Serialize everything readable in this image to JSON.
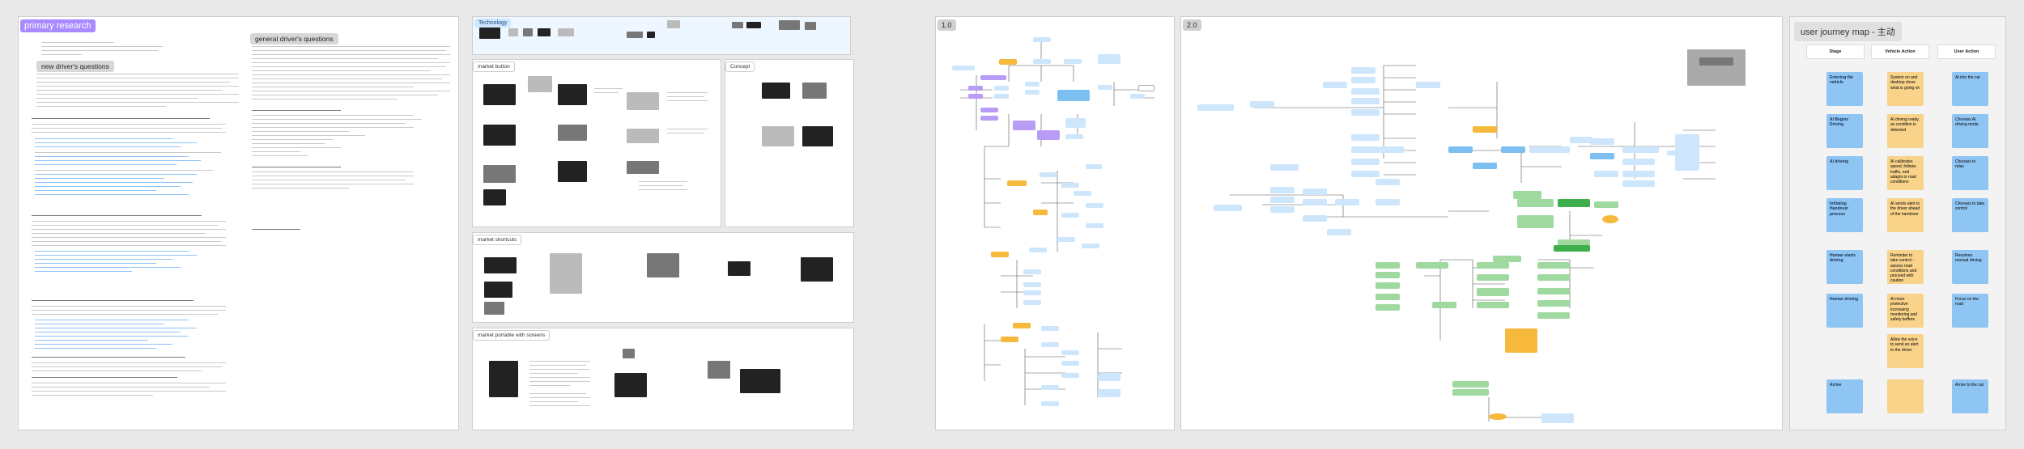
{
  "frames": {
    "primary_research": {
      "tag": "primary research"
    },
    "general_drivers_questions": {
      "title": "general driver's questions"
    },
    "new_drivers_questions": {
      "title": "new driver's questions"
    },
    "technology": {
      "tag": "Technology"
    },
    "market_button": {
      "title": "market button"
    },
    "concept": {
      "title": "Concept"
    },
    "market_shortcuts": {
      "title": "market shortcuts"
    },
    "market_portable": {
      "title": "market portable with screens"
    },
    "v1": {
      "tag": "1.0"
    },
    "v2": {
      "tag": "2.0"
    },
    "journey": {
      "title": "user journey map - 主动"
    }
  },
  "journey": {
    "headers": [
      "Stage",
      "Vehicle Action",
      "User Action"
    ],
    "stages": [
      "Entering the vehicle",
      "AI Begins Driving",
      "AI driving",
      "Initiating Handover process",
      "Human starts driving",
      "Human driving",
      "Arrive"
    ],
    "vehicle_actions": [
      "System on and desktop show what is going on",
      "AI driving ready, as condition is detected",
      "AI calibrates speed, follows traffic, and adapts to road conditions",
      "AI sends alert to the driver ahead of the handover",
      "Reminder to take control - assess road conditions and proceed with caution",
      "AI more protective increasing monitoring and safety buffers",
      "Allow the voice to send an alert to the driver",
      ""
    ],
    "user_actions": [
      "At into the car",
      "Chooses AI driving mode",
      "Chooses to relax",
      "Chooses to take control",
      "Resumes manual driving",
      "Focus on the road",
      "Arrive to the car"
    ]
  },
  "colors": {
    "purple_tag": "#a98bff",
    "sticky_blue": "#8fc5f3",
    "sticky_yellow": "#f8d389",
    "node_orange": "#f6b93c",
    "node_green": "#3fae4c"
  }
}
